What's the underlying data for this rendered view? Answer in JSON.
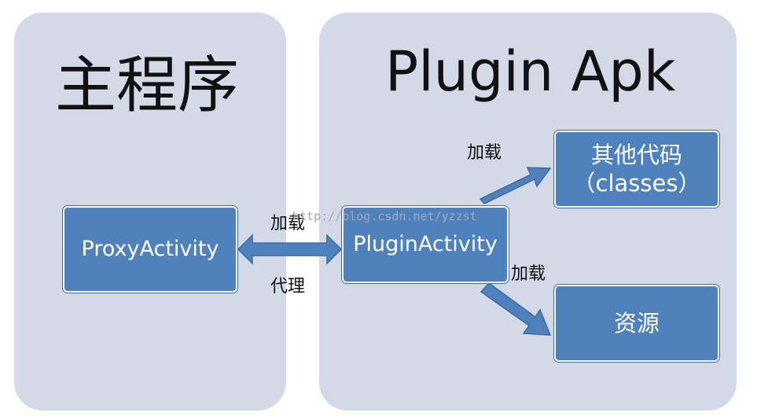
{
  "main_panel": {
    "title": "主程序"
  },
  "plugin_panel": {
    "title": "Plugin Apk"
  },
  "nodes": {
    "proxy_activity": "ProxyActivity",
    "plugin_activity": "PluginActivity",
    "other_code": {
      "line1": "其他代码",
      "line2": "（classes）"
    },
    "resources": "资源"
  },
  "edges": {
    "proxy_plugin_top": "加载",
    "proxy_plugin_bottom": "代理",
    "to_other_code": "加载",
    "to_resources": "加载"
  },
  "watermark": "http://blog.csdn.net/yzzst",
  "colors": {
    "panel": "#d3d9e6",
    "box": "#4f81bd",
    "arrow": "#4f81bd"
  }
}
